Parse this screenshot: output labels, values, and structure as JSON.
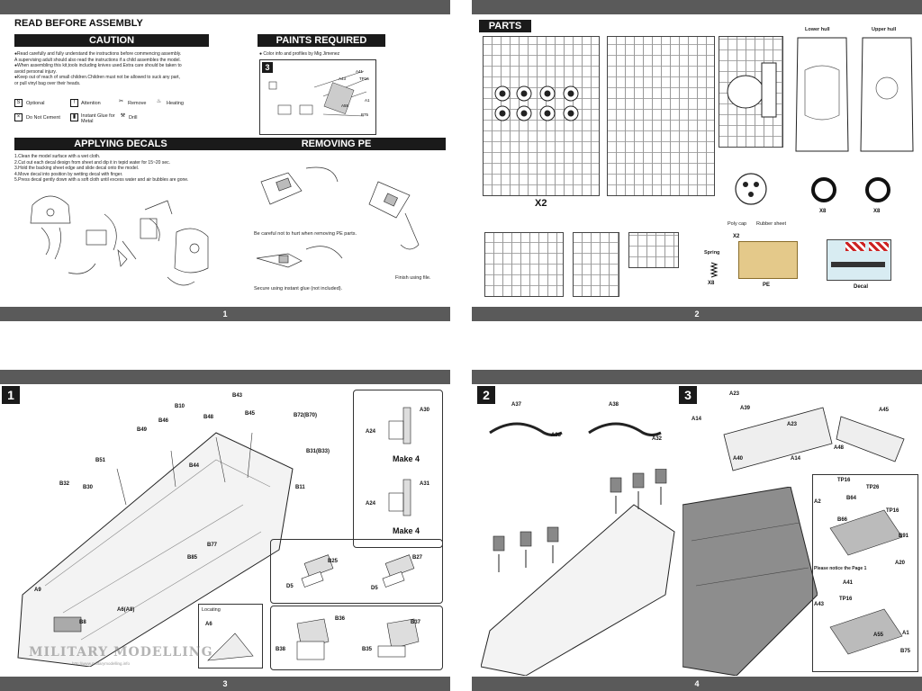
{
  "pages": {
    "p1": {
      "title": "READ BEFORE ASSEMBLY",
      "caution_header": "CAUTION",
      "paints_header": "PAINTS REQUIRED",
      "caution_text": [
        "●Read carefully and fully understand the instructions before commencing assembly.",
        "A supervising adult should also read the instructions if a child assembles the model.",
        "●When assembling this kit,tools including knives used.Extra care should be taken to",
        "avoid personal injury.",
        "●Keep out of reach of small children.Children must not be allowed to suck any part,",
        "or pull vinyl bag over their heads."
      ],
      "paints_text": "● Color info and profiles by Mig Jimenez",
      "symbols": {
        "optional": "Optional",
        "attention": "Attention",
        "remove": "Remove",
        "heating": "Heating",
        "do_not_cement": "Do Not Cement",
        "instant_glue": "Instant Glue for Metal",
        "drill": "Drill"
      },
      "decals_header": "APPLYING DECALS",
      "pe_header": "REMOVING PE",
      "decal_steps": [
        "1.Clean the model surface with a wet cloth.",
        "2.Cut out each decal design from sheet and dip it in tepid water for 15~20 sec.",
        "3.Hold the backing sheet edge and slide decal onto the model.",
        "4.Move decal into position by wetting decal with finger.",
        "5.Press decal gently down with a soft cloth until excess water and air bubbles are gone."
      ],
      "pe_note1": "Be careful not to hurt when removing PE parts.",
      "pe_note2": "Secure using instant glue (not included).",
      "pe_note3": "Finish using file.",
      "page_number": "1"
    },
    "p2": {
      "header": "PARTS",
      "x2": "X2",
      "lower_hull": "Lower hull",
      "upper_hull": "Upper hull",
      "poly_cap": "Poly cap",
      "rubber_sheet": "Rubber sheet",
      "x2b": "X2",
      "x8a": "X8",
      "x8b": "X8",
      "spring": "Spring",
      "x8c": "X8",
      "pe": "PE",
      "decal": "Decal",
      "page_number": "2"
    },
    "p3": {
      "step": "1",
      "labels": [
        "B43",
        "B10",
        "B48",
        "B46",
        "B45",
        "B72(B70)",
        "B49",
        "B31(B33)",
        "B44",
        "B51",
        "B11",
        "B32",
        "B30",
        "B77",
        "B85",
        "A9",
        "A6(A8)",
        "B8"
      ],
      "make4a": "Make 4",
      "make4b": "Make 4",
      "callouts_a": [
        "A30",
        "A24",
        "A31",
        "A24"
      ],
      "callouts_b": [
        "B25",
        "B27",
        "D5",
        "D5"
      ],
      "callouts_c": [
        "B36",
        "B37",
        "B38",
        "B35"
      ],
      "locating": "Locating",
      "locating_part": "A6",
      "watermark": "MILITARY MODELLING",
      "watermark_url": "http://www.militarymodelling.info",
      "page_number": "3"
    },
    "p4": {
      "step2": "2",
      "step3": "3",
      "step2_labels": [
        "A37",
        "A33",
        "A38",
        "A32"
      ],
      "step3_labels": [
        "A23",
        "A39",
        "A14",
        "A23",
        "A40",
        "A14",
        "A45",
        "A48"
      ],
      "detail_labels": [
        "TP16",
        "TP26",
        "A2",
        "B64",
        "TP16",
        "B66",
        "B91",
        "A20",
        "A41",
        "TP16",
        "A43",
        "A55",
        "A1",
        "B75"
      ],
      "notice": "Please notice the Page 1",
      "page_number": "4"
    }
  }
}
